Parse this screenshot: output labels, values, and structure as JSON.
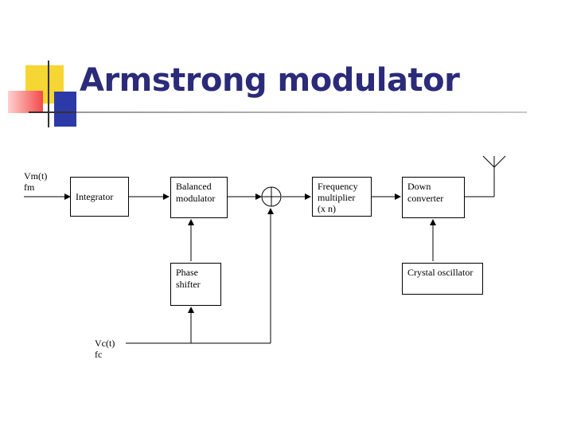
{
  "title": "Armstrong modulator",
  "colors": {
    "title": "#2b2b7a",
    "accent_yellow": "#f6d632",
    "accent_red": "#f24a4a",
    "accent_blue": "#2c3aa8",
    "rule_grey": "#9a9a9a"
  },
  "inputs": {
    "message": "Vm(t)\nfm",
    "carrier": "Vc(t)\nfc"
  },
  "blocks": {
    "integrator": "Integrator",
    "balanced_modulator": "Balanced\nmodulator",
    "phase_shifter": "Phase\nshifter",
    "frequency_multiplier": "Frequency\nmultiplier\n(x n)",
    "down_converter": "Down\nconverter",
    "crystal_oscillator": "Crystal oscillator"
  },
  "icons": {
    "summer": "summing-junction-icon",
    "antenna": "antenna-icon"
  }
}
